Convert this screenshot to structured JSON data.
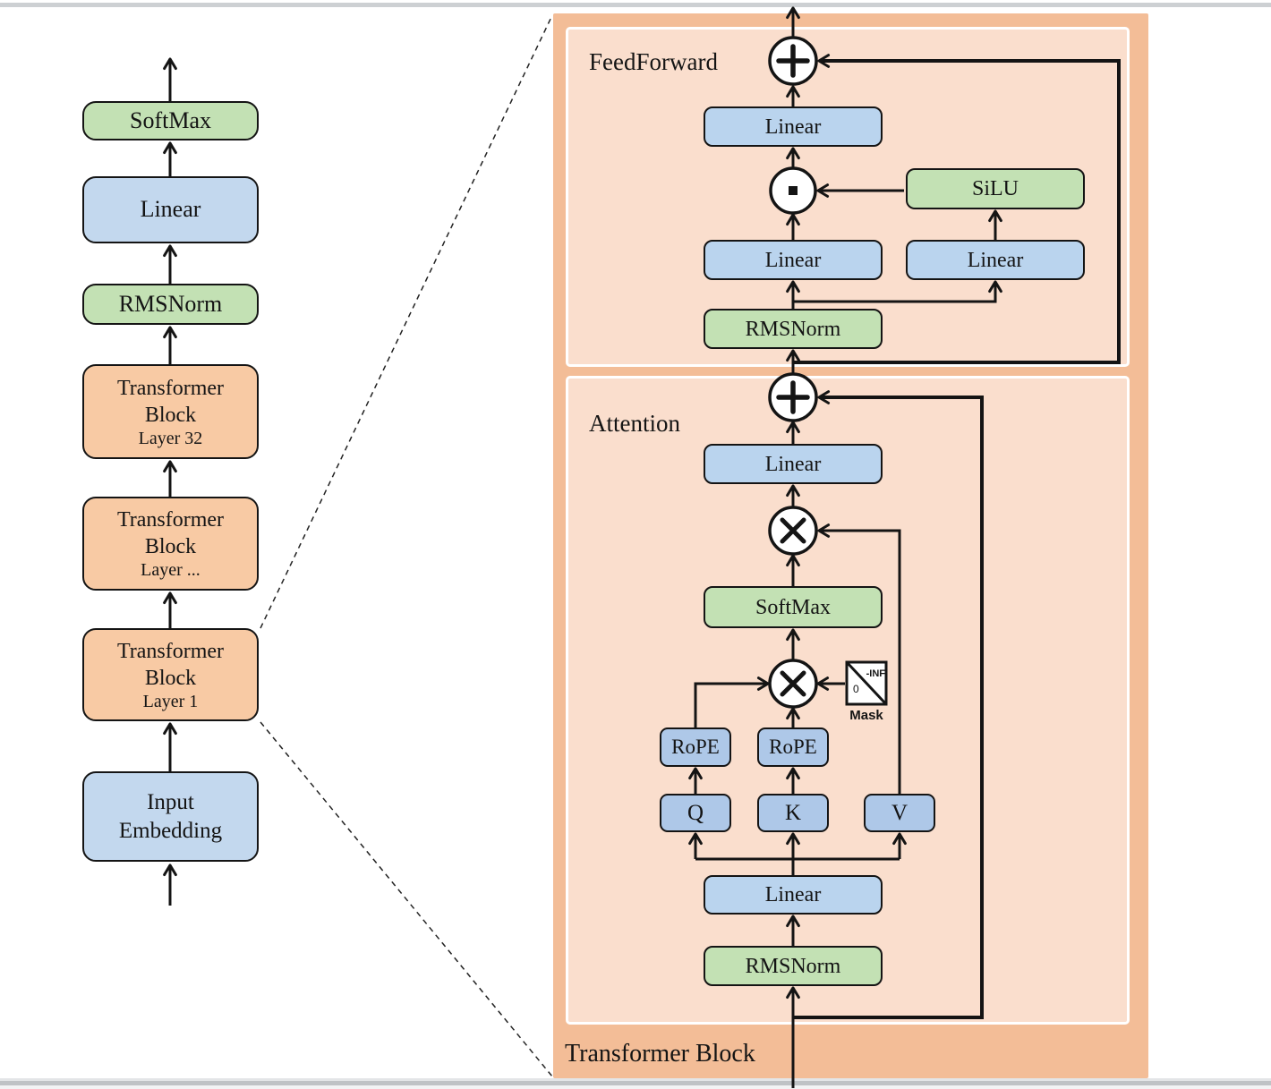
{
  "colors": {
    "box_blue": "#bad4ee",
    "box_blue_small": "#aec8e8",
    "box_blue_left": "#c3d8ee",
    "box_green": "#c3e1b4",
    "box_orange": "#f8caa4",
    "panel_outer": "#f3bd97",
    "panel_inner": "#fadecd",
    "line": "#141414"
  },
  "left_column": {
    "softmax": "SoftMax",
    "linear": "Linear",
    "rmsnorm": "RMSNorm",
    "block32": {
      "line1": "Transformer",
      "line2": "Block",
      "line3": "Layer 32"
    },
    "block_mid": {
      "line1": "Transformer",
      "line2": "Block",
      "line3": "Layer ..."
    },
    "block1": {
      "line1": "Transformer",
      "line2": "Block",
      "line3": "Layer 1"
    },
    "input_embedding": {
      "line1": "Input",
      "line2": "Embedding"
    }
  },
  "detail_panel": {
    "title": "Transformer Block",
    "feedforward": {
      "title": "FeedForward",
      "linear_out": "Linear",
      "silu": "SiLU",
      "linear_left": "Linear",
      "linear_right": "Linear",
      "rmsnorm": "RMSNorm"
    },
    "attention": {
      "title": "Attention",
      "linear_out": "Linear",
      "softmax": "SoftMax",
      "rope_q": "RoPE",
      "rope_k": "RoPE",
      "q": "Q",
      "k": "K",
      "v": "V",
      "linear_in": "Linear",
      "rmsnorm": "RMSNorm",
      "mask": {
        "inf": "-INF",
        "zero": "0",
        "label": "Mask"
      }
    }
  }
}
